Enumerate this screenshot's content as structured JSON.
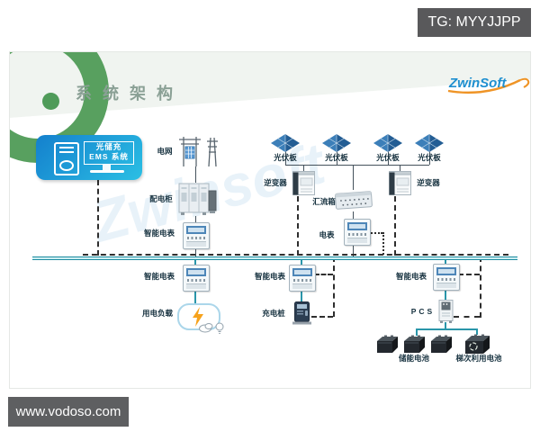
{
  "badge": {
    "text": "TG: MYYJJPP"
  },
  "header": {
    "title": "系统架构",
    "brand": "ZwinSoft",
    "watermark": "Zwinsoft"
  },
  "footer": {
    "website": "www.vodoso.com"
  },
  "ems": {
    "line1": "光储充",
    "line2": "EMS 系统"
  },
  "nodes": {
    "grid": "电网",
    "distribution_cabinet": "配电柜",
    "smart_meter": "智能电表",
    "pv_panel": "光伏板",
    "inverter": "逆变器",
    "combiner_box": "汇流箱",
    "meter": "电表",
    "load": "用电负载",
    "charging_pile": "充电桩",
    "pcs": "PCS",
    "storage_battery": "储能电池",
    "second_life_battery": "梯次利用电池"
  },
  "colors": {
    "accent_green": "#58a05f",
    "title_gray_green": "#8aa095",
    "ems_gradient_start": "#1480cd",
    "ems_gradient_end": "#2bbfe4",
    "power_bus_teal": "#1e8ca0",
    "comm_line_dark": "#2f2f2f",
    "brand_blue": "#1e8fd0",
    "brand_orange": "#ef9426",
    "lightning_orange": "#f6a21c",
    "badge_gray": "#59595b"
  }
}
